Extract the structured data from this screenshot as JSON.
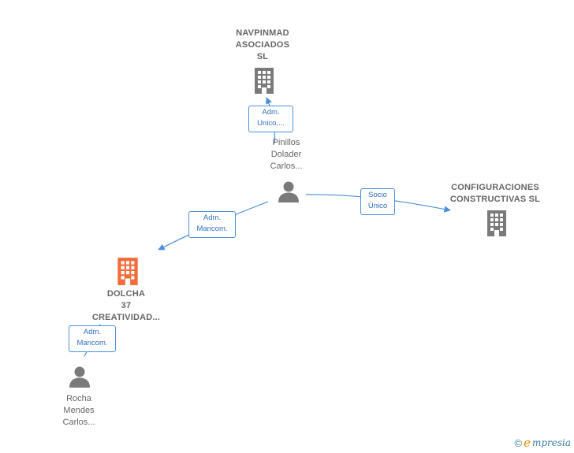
{
  "nodes": {
    "navpinmad": {
      "label_lines": [
        "NAVPINMAD",
        "ASOCIADOS",
        "SL"
      ],
      "kind": "company"
    },
    "pinillos": {
      "label_lines": [
        "Pinillos",
        "Dolader",
        "Carlos..."
      ],
      "kind": "person"
    },
    "configuraciones": {
      "label_lines": [
        "CONFIGURACIONES",
        "CONSTRUCTIVAS SL"
      ],
      "kind": "company"
    },
    "dolcha": {
      "label_lines": [
        "DOLCHA",
        "37",
        "CREATIVIDAD..."
      ],
      "kind": "company-highlight"
    },
    "rocha": {
      "label_lines": [
        "Rocha",
        "Mendes",
        "Carlos..."
      ],
      "kind": "person"
    }
  },
  "edges": {
    "pinillos_navpinmad": {
      "label_lines": [
        "Adm.",
        "Unico,..."
      ]
    },
    "pinillos_configuraciones": {
      "label_lines": [
        "Socio",
        "Único"
      ]
    },
    "pinillos_dolcha": {
      "label_lines": [
        "Adm.",
        "Mancom."
      ]
    },
    "rocha_dolcha": {
      "label_lines": [
        "Adm.",
        "Mancom."
      ]
    }
  },
  "colors": {
    "company_icon": "#7a7a7a",
    "highlight_icon": "#f26b3a",
    "person_icon": "#7a7a7a",
    "edge": "#4a8fd6"
  },
  "footer": {
    "copyright": "©",
    "brand_first": "e",
    "brand_rest": "mpresia"
  }
}
